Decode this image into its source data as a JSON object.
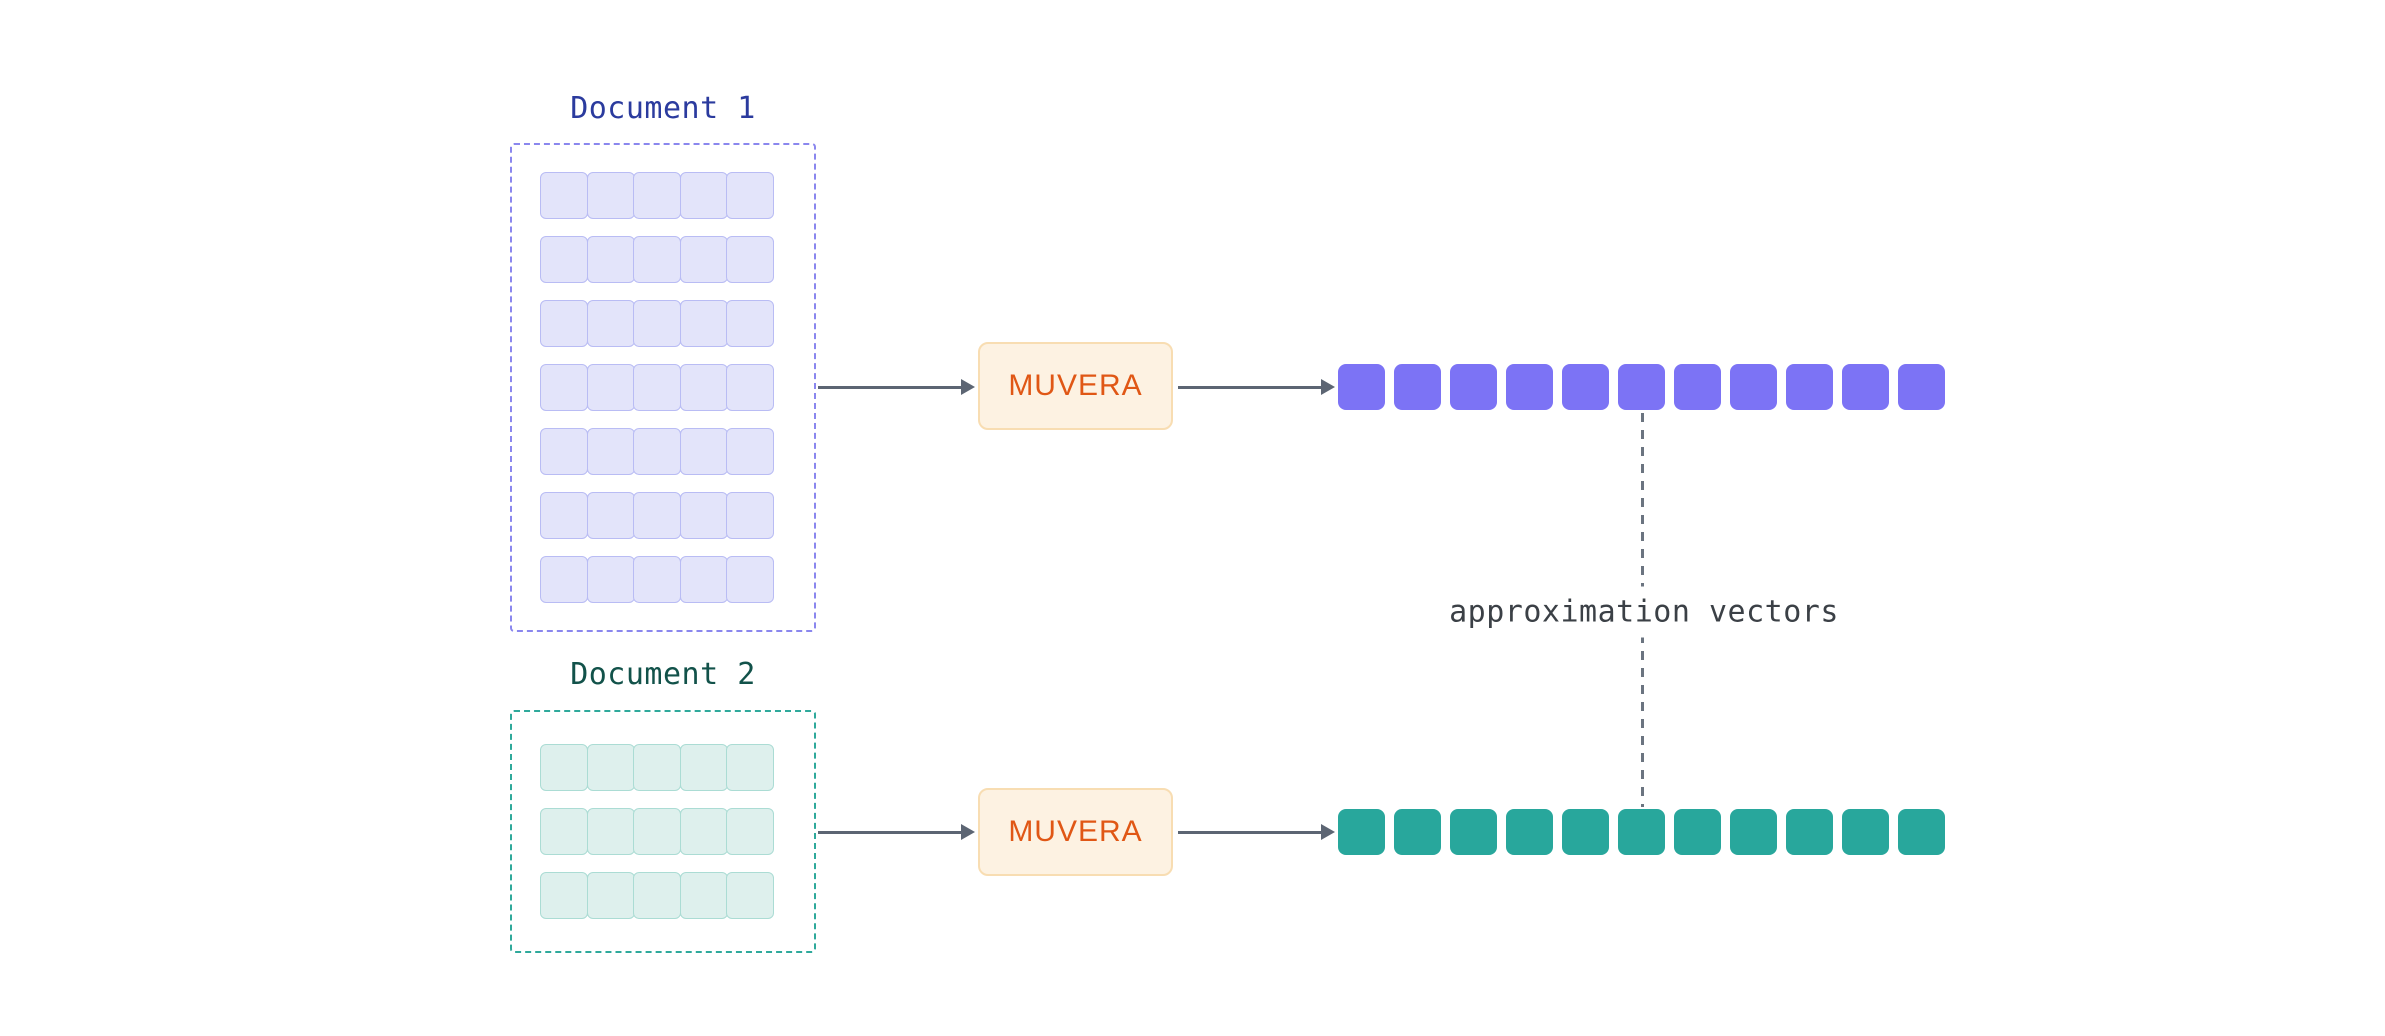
{
  "diagram": {
    "documents": [
      {
        "label": "Document 1",
        "rows": 7,
        "cols": 5,
        "label_color": "#2b3b9e",
        "box_border_color": "#8a87ee",
        "cell_fill": "#e3e4fa",
        "cell_border": "#b9bcf4"
      },
      {
        "label": "Document 2",
        "rows": 3,
        "cols": 5,
        "label_color": "#12524a",
        "box_border_color": "#2fa99b",
        "cell_fill": "#def0ed",
        "cell_border": "#abdcd4"
      }
    ],
    "encoders": [
      {
        "label": "MUVERA"
      },
      {
        "label": "MUVERA"
      }
    ],
    "encoder_style": {
      "bg": "#fdf2e2",
      "border": "#f8ddb2",
      "text_color": "#e05715"
    },
    "vectors": [
      {
        "count": 11,
        "color": "#7c73f5"
      },
      {
        "count": 11,
        "color": "#28a79c"
      }
    ],
    "connector": {
      "label": "approximation vectors",
      "text_color": "#3b4046",
      "line_color": "#6b7480"
    },
    "arrow_color": "#5c6573"
  }
}
